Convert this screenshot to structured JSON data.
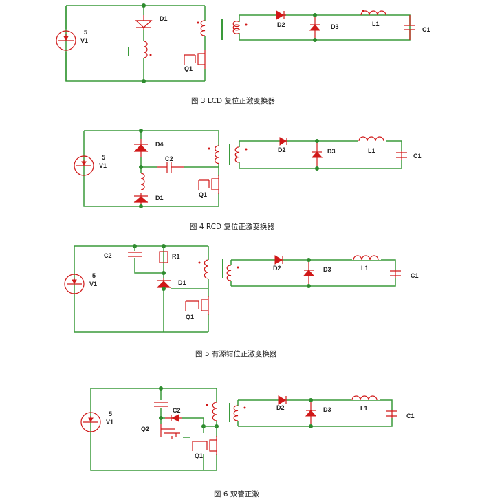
{
  "figures": [
    {
      "id": "fig3",
      "caption": "图 3 LCD 复位正激变换器",
      "labels": {
        "source_value": "5",
        "source_name": "V1",
        "d1": "D1",
        "q1": "Q1",
        "d2": "D2",
        "d3": "D3",
        "l1": "L1",
        "c1": "C1"
      }
    },
    {
      "id": "fig4",
      "caption": "图 4 RCD 复位正激变换器",
      "labels": {
        "source_value": "5",
        "source_name": "V1",
        "d4": "D4",
        "c2": "C2",
        "d1": "D1",
        "q1": "Q1",
        "d2": "D2",
        "d3": "D3",
        "l1": "L1",
        "c1": "C1"
      }
    },
    {
      "id": "fig5",
      "caption": "图 5 有源钳位正激变换器",
      "labels": {
        "source_value": "5",
        "source_name": "V1",
        "c2": "C2",
        "r1": "R1",
        "d1": "D1",
        "q1": "Q1",
        "d2": "D2",
        "d3": "D3",
        "l1": "L1",
        "c1": "C1"
      }
    },
    {
      "id": "fig6",
      "caption": "图 6 双管正激",
      "labels": {
        "source_value": "5",
        "source_name": "V1",
        "c2": "C2",
        "q2": "Q2",
        "q1": "Q1",
        "d2": "D2",
        "d3": "D3",
        "l1": "L1",
        "c1": "C1"
      }
    }
  ]
}
